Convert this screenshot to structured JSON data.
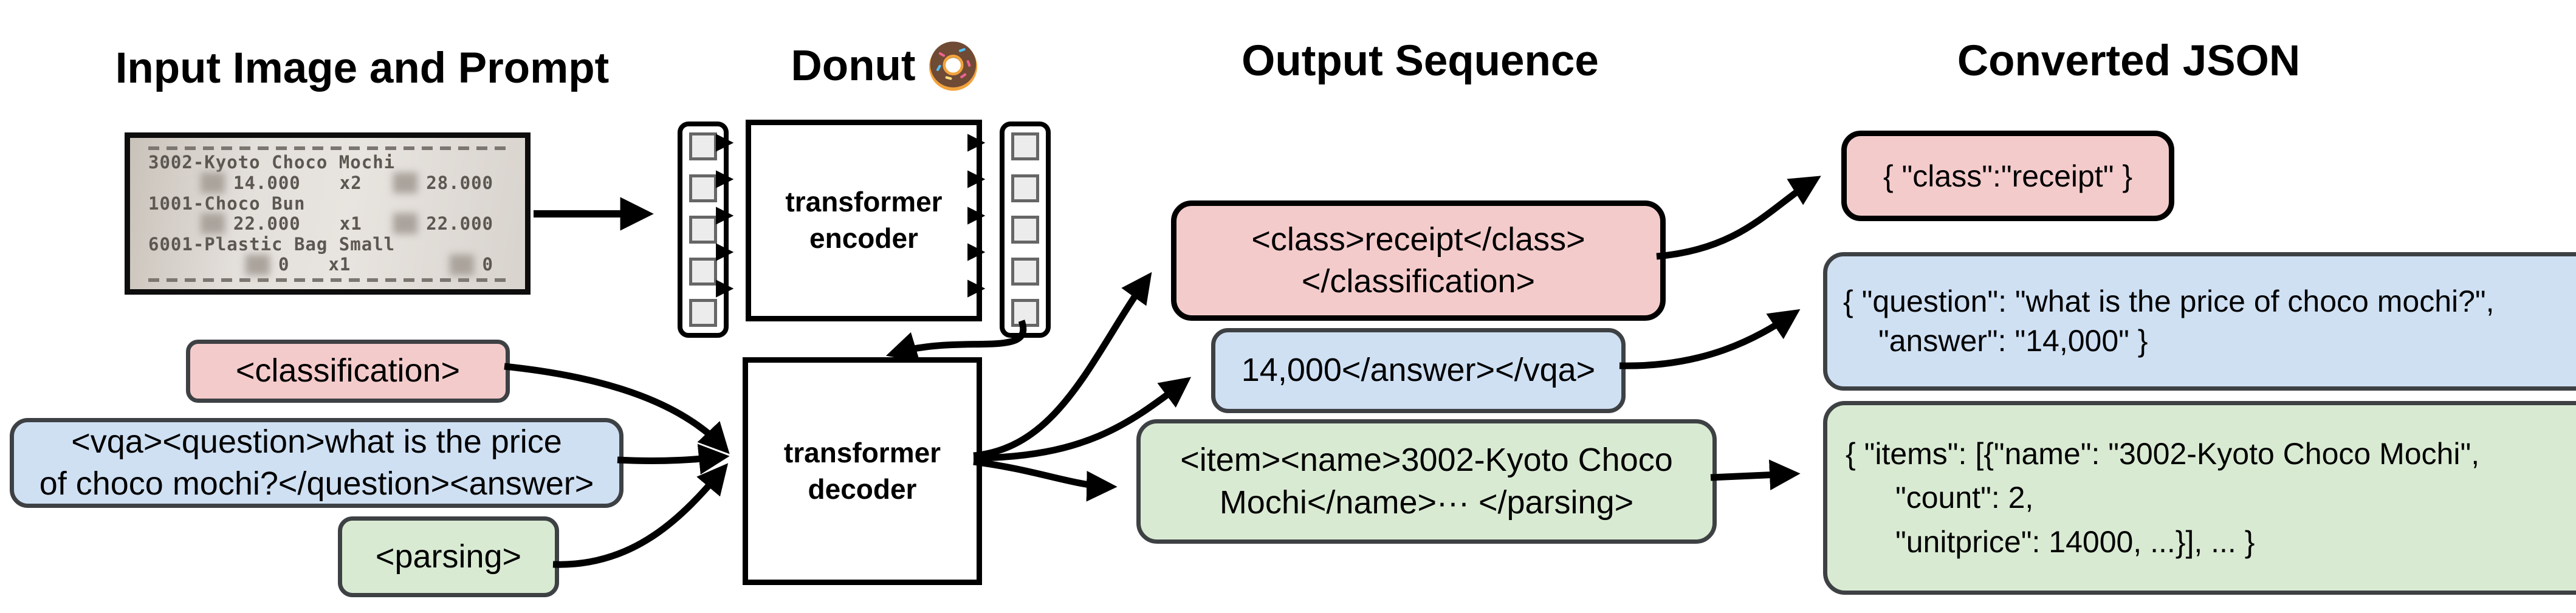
{
  "headers": {
    "input": "Input Image and Prompt",
    "model": "Donut",
    "model_emoji": "donut-emoji",
    "output": "Output Sequence",
    "json": "Converted JSON"
  },
  "receipt": {
    "rows": [
      {
        "type": "item",
        "text": "3002-Kyoto Choco Mochi"
      },
      {
        "type": "price",
        "price": "14.000",
        "qty": "x2",
        "total": "28.000"
      },
      {
        "type": "item",
        "text": "1001-Choco Bun"
      },
      {
        "type": "price",
        "price": "22.000",
        "qty": "x1",
        "total": "22.000"
      },
      {
        "type": "item",
        "text": "6001-Plastic Bag Small"
      },
      {
        "type": "price",
        "price": "0",
        "qty": "x1",
        "total": "0"
      }
    ]
  },
  "model": {
    "encoder": {
      "line1": "transformer",
      "line2": "encoder"
    },
    "decoder": {
      "line1": "transformer",
      "line2": "decoder"
    }
  },
  "prompts": {
    "classification": {
      "lines": [
        "<classification>"
      ]
    },
    "vqa": {
      "lines": [
        "<vqa><question>what is the price",
        "of choco mochi?</question><answer>"
      ]
    },
    "parsing": {
      "lines": [
        "<parsing>"
      ]
    }
  },
  "outputs": {
    "classification": {
      "lines": [
        "<class>receipt</class>",
        "</classification>"
      ]
    },
    "vqa": {
      "lines": [
        "14,000</answer></vqa>"
      ]
    },
    "parsing": {
      "lines": [
        "<item><name>3002-Kyoto Choco",
        "Mochi</name>··· </parsing>"
      ]
    }
  },
  "json_results": {
    "classification": {
      "lines": [
        "{ \"class\":\"receipt\" }"
      ]
    },
    "vqa": {
      "lines": [
        "{ \"question\": \"what is the price of choco mochi?\",",
        "\"answer\": \"14,000\" }"
      ]
    },
    "parsing": {
      "lines": [
        "{ \"items\": [{\"name\": \"3002-Kyoto Choco Mochi\",",
        "\"count\": 2,",
        "\"unitprice\": 14000, ...}], ... }"
      ]
    }
  },
  "colors": {
    "classification_fill": "#f4cbcb",
    "vqa_fill": "#cfe0f3",
    "parsing_fill": "#d9ead3",
    "border_dark": "#3e4144",
    "border_black": "#000000"
  }
}
